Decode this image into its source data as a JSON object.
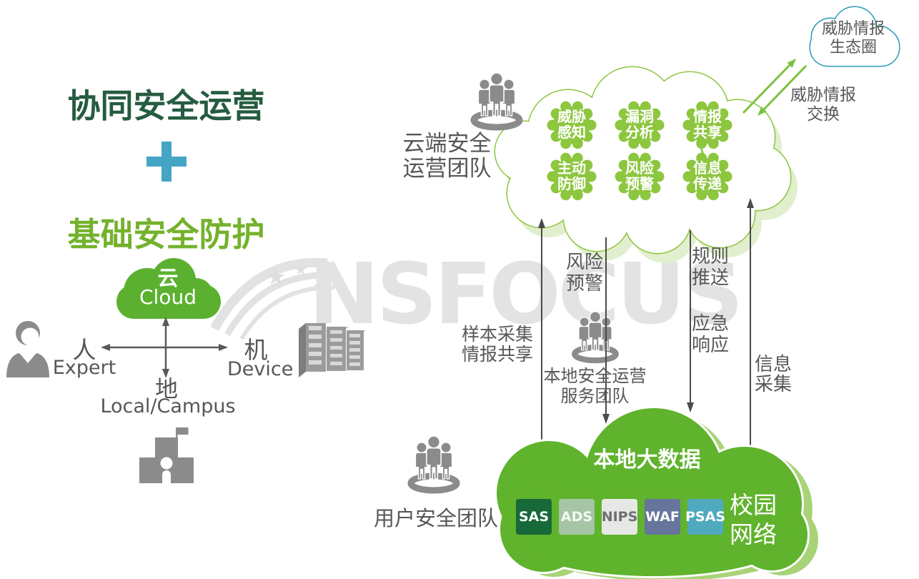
{
  "left_panel": {
    "title_line1": "协同安全运营",
    "plus_symbol": "+",
    "title_line2": "基础安全防护",
    "cloud": {
      "zh": "云",
      "en": "Cloud"
    },
    "axes": {
      "person": {
        "zh": "人",
        "en": "Expert"
      },
      "device": {
        "zh": "机",
        "en": "Device"
      },
      "local": {
        "zh": "地",
        "en": "Local/Campus"
      }
    }
  },
  "watermark": {
    "text": "NSFOCUS"
  },
  "cloud_platform": {
    "team_label": {
      "line1": "云端安全",
      "line2": "运营团队"
    },
    "gears": [
      {
        "line1": "威胁",
        "line2": "感知"
      },
      {
        "line1": "漏洞",
        "line2": "分析"
      },
      {
        "line1": "情报",
        "line2": "共享"
      },
      {
        "line1": "主动",
        "line2": "防御"
      },
      {
        "line1": "风险",
        "line2": "预警"
      },
      {
        "line1": "信息",
        "line2": "传递"
      }
    ]
  },
  "ecosystem_cloud": {
    "line1": "威胁情报",
    "line2": "生态圈"
  },
  "exchange_label": {
    "line1": "威胁情报",
    "line2": "交换"
  },
  "flows": {
    "sample_collection": {
      "line1": "样本采集",
      "line2": "情报共享"
    },
    "risk_warning": {
      "line1": "风险",
      "line2": "预警"
    },
    "rule_push": {
      "line1": "规则",
      "line2": "推送"
    },
    "emergency_response": {
      "line1": "应急",
      "line2": "响应"
    },
    "info_collection": {
      "line1": "信息",
      "line2": "采集"
    }
  },
  "local_team_label": {
    "line1": "本地安全运营",
    "line2": "服务团队"
  },
  "user_team_label": "用户安全团队",
  "local_cloud": {
    "title": "本地大数据",
    "network": {
      "line1": "校园",
      "line2": "网络"
    },
    "products": [
      {
        "label": "SAS",
        "color": "#17693a",
        "text_color": "#ffffff"
      },
      {
        "label": "ADS",
        "color": "#a6c5a4",
        "text_color": "#f4f8f4"
      },
      {
        "label": "NIPS",
        "color": "#e6e8e6",
        "text_color": "#6f6f6f"
      },
      {
        "label": "WAF",
        "color": "#66759b",
        "text_color": "#ffffff"
      },
      {
        "label": "PSAS",
        "color": "#4fa9bf",
        "text_color": "#ffffff"
      }
    ]
  },
  "colors": {
    "title_dark_green": "#265c40",
    "title_light_green": "#74b22c",
    "plus_teal": "#45a5c5",
    "small_cloud_green": "#5bb12f",
    "gear_green": "#8dc63f",
    "big_cloud_outline": "#8dc63f",
    "big_cloud_shadow": "#e1efce",
    "bottom_cloud_green": "#60b32c",
    "bottom_cloud_shadow": "#a9d377",
    "eco_cloud_teal": "#2c9cb8",
    "green_arrow": "#7bc143",
    "dark_arrow": "#4a4a4a",
    "gray_text": "#575757",
    "icon_gray": "#8b8b8b",
    "watermark_gray": "#e3e3e3"
  }
}
